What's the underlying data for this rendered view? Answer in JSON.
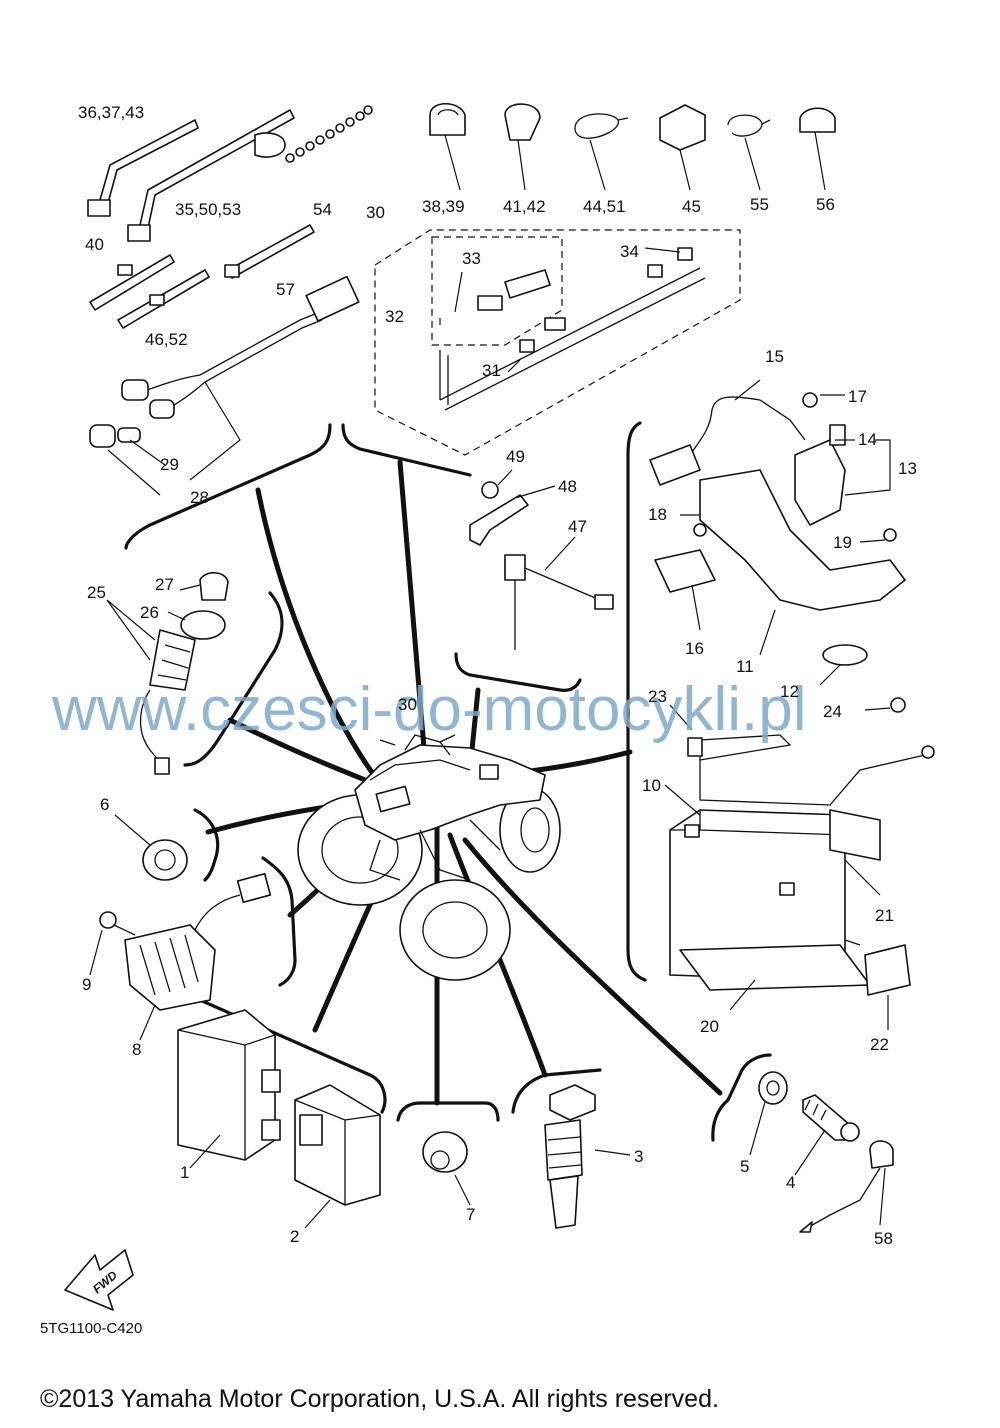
{
  "diagram": {
    "document_code": "5TG1100-C420",
    "copyright": "©2013 Yamaha Motor Corporation, U.S.A. All rights reserved.",
    "watermark": "www.czesci-do-motocykli.pl",
    "fwd_label": "FWD",
    "callouts": {
      "c36_37_43": "36,37,43",
      "c35_50_53": "35,50,53",
      "c54": "54",
      "c40": "40",
      "c57": "57",
      "c46_52": "46,52",
      "c29": "29",
      "c28": "28",
      "c38_39": "38,39",
      "c41_42": "41,42",
      "c44_51": "44,51",
      "c45": "45",
      "c55": "55",
      "c56": "56",
      "c30_box": "30",
      "c33": "33",
      "c34": "34",
      "c32": "32",
      "c31": "31",
      "c49": "49",
      "c48": "48",
      "c47": "47",
      "c15": "15",
      "c17": "17",
      "c14": "14",
      "c13": "13",
      "c18": "18",
      "c19": "19",
      "c16": "16",
      "c11": "11",
      "c12": "12",
      "c23": "23",
      "c24": "24",
      "c10": "10",
      "c21": "21",
      "c20": "20",
      "c22": "22",
      "c25": "25",
      "c27": "27",
      "c26": "26",
      "c30_center": "30",
      "c6": "6",
      "c9": "9",
      "c8": "8",
      "c1": "1",
      "c2": "2",
      "c7": "7",
      "c3": "3",
      "c5": "5",
      "c4": "4",
      "c58": "58"
    }
  }
}
